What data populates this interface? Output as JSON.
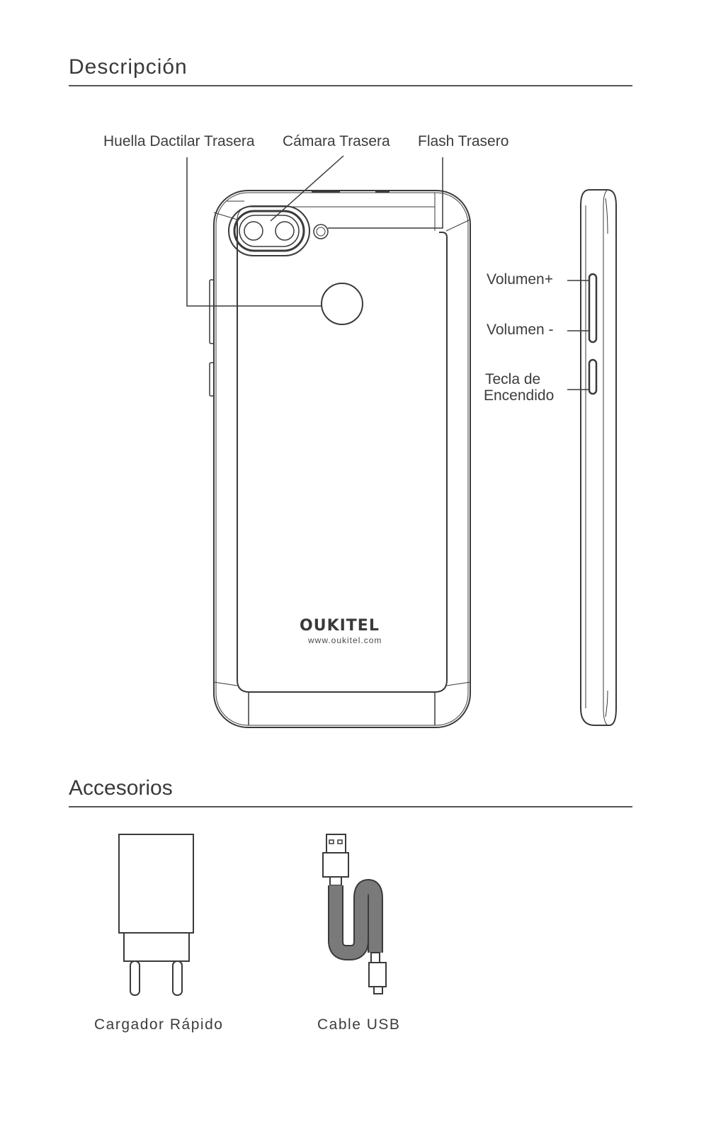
{
  "sections": {
    "description_title": "Descripción",
    "accessories_title": "Accesorios"
  },
  "callouts": {
    "rear_fingerprint": "Huella Dactilar Trasera",
    "rear_camera": "Cámara Trasera",
    "rear_flash": "Flash Trasero",
    "volume_up": "Volumen+",
    "volume_down": "Volumen -",
    "power_key_line1": "Tecla de",
    "power_key_line2": "Encendido"
  },
  "phone_back": {
    "brand": "OUKITEL",
    "website": "www.oukitel.com"
  },
  "accessories": {
    "charger_label": "Cargador  Rápido",
    "cable_label": "Cable USB"
  },
  "colors": {
    "line": "#3a3a3a",
    "cable": "#7a7a7a"
  }
}
